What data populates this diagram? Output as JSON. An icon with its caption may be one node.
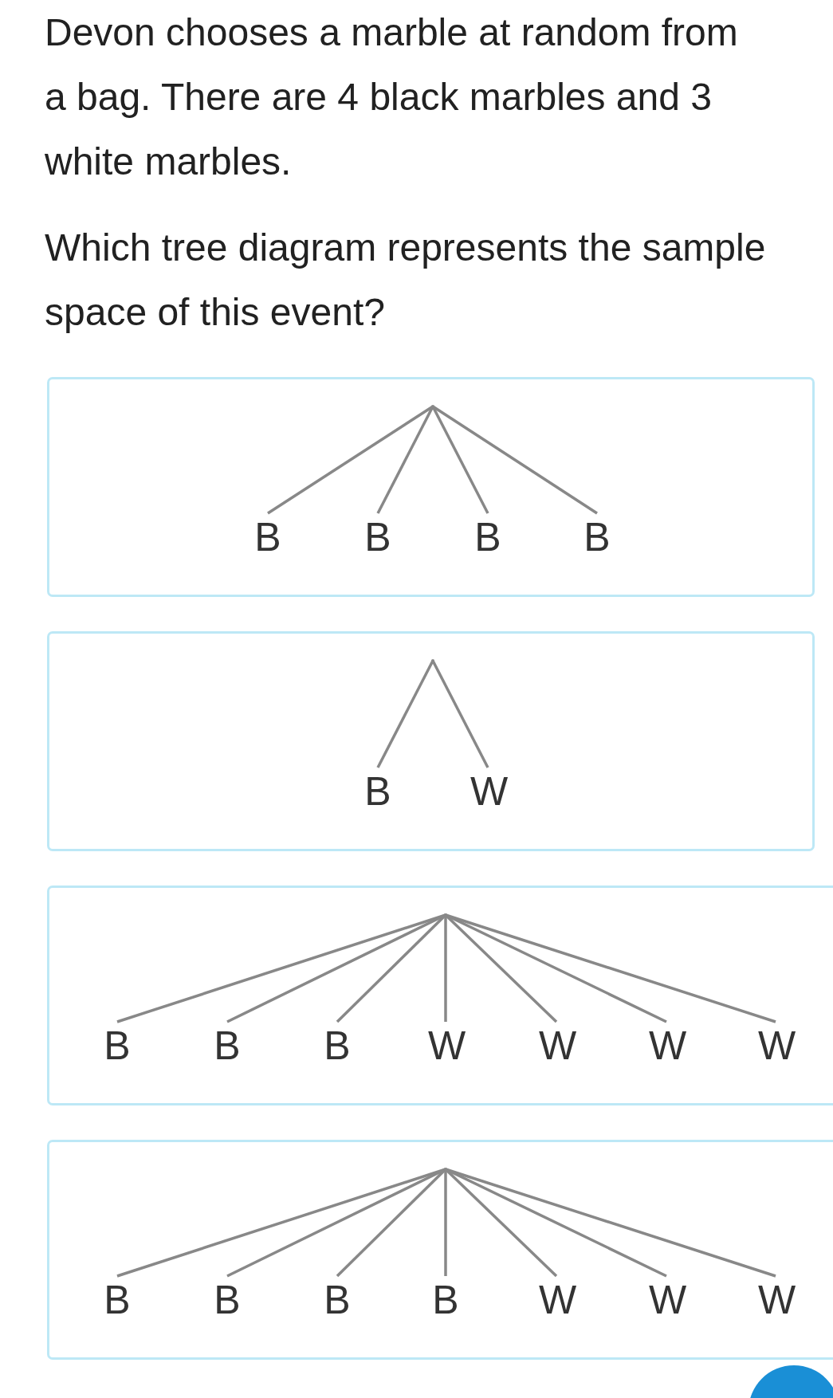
{
  "diagram": {
    "nodes": [
      {
        "text": [],
        "shape": "box"
      },
      {
        "text": [],
        "shape": "point",
        "in": 0
      },
      {
        "text": [
          "B"
        ],
        "in": 0
      },
      {
        "text": [
          "B"
        ],
        "in": 0
      },
      {
        "text": [
          "B"
        ],
        "in": 0
      },
      {
        "text": [
          "B"
        ],
        "in": 0
      },
      {
        "text": [],
        "shape": "box"
      },
      {
        "text": [],
        "shape": "point",
        "in": 6
      },
      {
        "text": [
          "B"
        ],
        "in": 6
      },
      {
        "text": [
          "W"
        ],
        "in": 6
      },
      {
        "text": [],
        "shape": "box"
      },
      {
        "text": [],
        "shape": "point",
        "in": 10
      },
      {
        "text": [
          "B"
        ],
        "in": 10
      },
      {
        "text": [
          "B"
        ],
        "in": 10
      },
      {
        "text": [
          "B"
        ],
        "in": 10
      },
      {
        "text": [
          "W"
        ],
        "in": 10
      },
      {
        "text": [
          "W"
        ],
        "in": 10
      },
      {
        "text": [
          "W"
        ],
        "in": 10
      },
      {
        "text": [
          "W"
        ],
        "in": 10
      },
      {
        "text": [],
        "shape": "box"
      },
      {
        "text": [],
        "shape": "point",
        "in": 19
      },
      {
        "text": [
          "B"
        ],
        "in": 19
      },
      {
        "text": [
          "B"
        ],
        "in": 19
      },
      {
        "text": [
          "B"
        ],
        "in": 19
      },
      {
        "text": [
          "B"
        ],
        "in": 19
      },
      {
        "text": [
          "W"
        ],
        "in": 19
      },
      {
        "text": [
          "W"
        ],
        "in": 19
      },
      {
        "text": [
          "W"
        ],
        "in": 19
      }
    ],
    "edges": [
      {
        "from": 1,
        "to": 2,
        "arrow": "none"
      },
      {
        "from": 1,
        "to": 3,
        "arrow": "none"
      },
      {
        "from": 1,
        "to": 4,
        "arrow": "none"
      },
      {
        "from": 1,
        "to": 5,
        "arrow": "none"
      },
      {
        "from": 7,
        "to": 8,
        "arrow": "none"
      },
      {
        "from": 7,
        "to": 9,
        "arrow": "none"
      },
      {
        "from": 11,
        "to": 12,
        "arrow": "none"
      },
      {
        "from": 11,
        "to": 13,
        "arrow": "none"
      },
      {
        "from": 11,
        "to": 14,
        "arrow": "none"
      },
      {
        "from": 11,
        "to": 15,
        "arrow": "none"
      },
      {
        "from": 11,
        "to": 16,
        "arrow": "none"
      },
      {
        "from": 11,
        "to": 17,
        "arrow": "none"
      },
      {
        "from": 11,
        "to": 18,
        "arrow": "none"
      },
      {
        "from": 20,
        "to": 21,
        "arrow": "none"
      },
      {
        "from": 20,
        "to": 22,
        "arrow": "none"
      },
      {
        "from": 20,
        "to": 23,
        "arrow": "none"
      },
      {
        "from": 20,
        "to": 24,
        "arrow": "none"
      },
      {
        "from": 20,
        "to": 25,
        "arrow": "none"
      },
      {
        "from": 20,
        "to": 26,
        "arrow": "none"
      },
      {
        "from": 20,
        "to": 27,
        "arrow": "none"
      }
    ],
    "labels": [
      "Devon chooses a marble at random from a bag. There are 4 black marbles and 3 white marbles.",
      "Which tree diagram represents the sample space of this event?"
    ]
  }
}
